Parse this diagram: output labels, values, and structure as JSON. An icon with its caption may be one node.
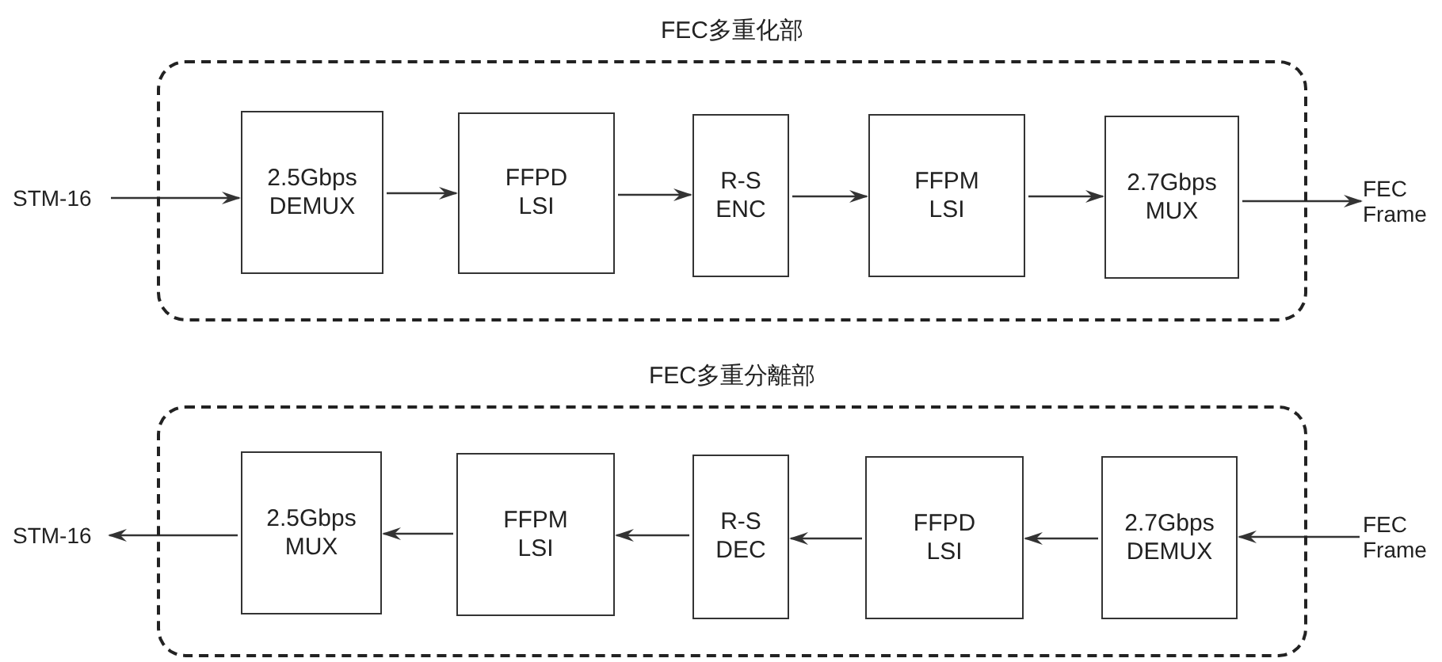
{
  "diagram": {
    "nodes": [
      {
        "text": [
          "FEC多重化部"
        ]
      },
      {
        "text": [
          "STM-16"
        ]
      },
      {
        "text": [
          "2.5Gbps DEMUX"
        ],
        "in": 0
      },
      {
        "text": [
          "FFPD LSI"
        ],
        "in": 0
      },
      {
        "text": [
          "R-S ENC"
        ],
        "in": 0
      },
      {
        "text": [
          "FFPM LSI"
        ],
        "in": 0
      },
      {
        "text": [
          "2.7Gbps MUX"
        ],
        "in": 0
      },
      {
        "text": [
          "FEC Frame"
        ]
      },
      {
        "text": [
          "FEC多重分離部"
        ]
      },
      {
        "text": [
          "STM-16"
        ]
      },
      {
        "text": [
          "2.5Gbps MUX"
        ],
        "in": 8
      },
      {
        "text": [
          "FFPM LSI"
        ],
        "in": 8
      },
      {
        "text": [
          "R-S DEC"
        ],
        "in": 8
      },
      {
        "text": [
          "FFPD LSI"
        ],
        "in": 8
      },
      {
        "text": [
          "2.7Gbps DEMUX"
        ],
        "in": 8
      },
      {
        "text": [
          "FEC Frame"
        ]
      }
    ],
    "edges": [
      {
        "from": 1,
        "to": 2,
        "arrow": "to"
      },
      {
        "from": 2,
        "to": 3,
        "arrow": "to"
      },
      {
        "from": 3,
        "to": 4,
        "arrow": "to"
      },
      {
        "from": 4,
        "to": 5,
        "arrow": "to"
      },
      {
        "from": 5,
        "to": 6,
        "arrow": "to"
      },
      {
        "from": 6,
        "to": 7,
        "arrow": "to"
      },
      {
        "from": 15,
        "to": 14,
        "arrow": "to"
      },
      {
        "from": 14,
        "to": 13,
        "arrow": "to"
      },
      {
        "from": 13,
        "to": 12,
        "arrow": "to"
      },
      {
        "from": 12,
        "to": 11,
        "arrow": "to"
      },
      {
        "from": 11,
        "to": 10,
        "arrow": "to"
      },
      {
        "from": 10,
        "to": 9,
        "arrow": "to"
      }
    ]
  }
}
